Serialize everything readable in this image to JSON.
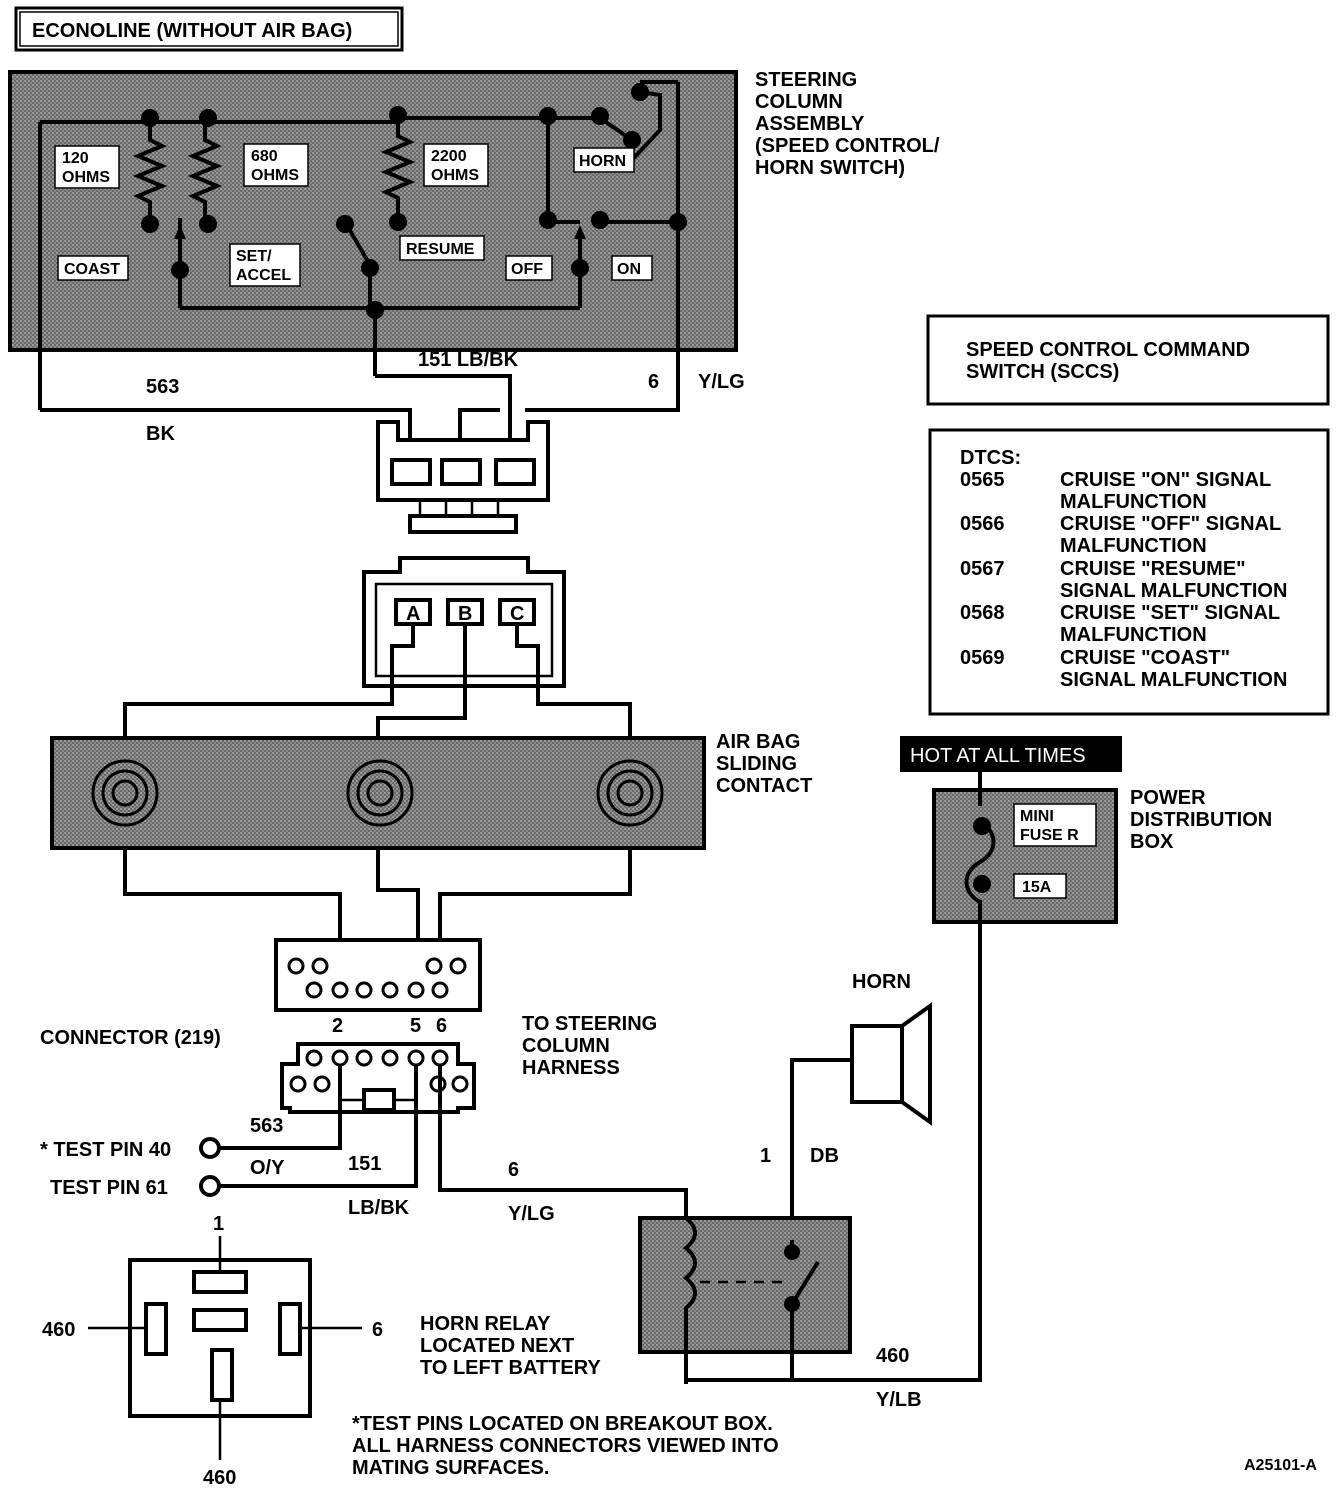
{
  "title": "ECONOLINE (WITHOUT AIR BAG)",
  "steering_column": {
    "label_lines": [
      "STEERING",
      "COLUMN",
      "ASSEMBLY",
      "(SPEED CONTROL/",
      "HORN SWITCH)"
    ],
    "resistors": [
      {
        "line1": "120",
        "line2": "OHMS"
      },
      {
        "line1": "680",
        "line2": "OHMS"
      },
      {
        "line1": "2200",
        "line2": "OHMS"
      }
    ],
    "switches": {
      "coast": "COAST",
      "set_line1": "SET/",
      "set_line2": "ACCEL",
      "resume": "RESUME",
      "off": "OFF",
      "on": "ON",
      "horn": "HORN"
    }
  },
  "wires": {
    "w563": "563",
    "bk": "BK",
    "w151_lbbk": "151  LB/BK",
    "w6": "6",
    "ylg": "Y/LG",
    "w563b": "563",
    "oy": "O/Y",
    "w151b": "151",
    "lbbk": "LB/BK",
    "w6b": "6",
    "ylgb": "Y/LG",
    "w1": "1",
    "db": "DB",
    "w460": "460",
    "ylb": "Y/LB"
  },
  "sccs_lines": [
    "SPEED CONTROL COMMAND",
    "SWITCH (SCCS)"
  ],
  "dtcs": {
    "heading": "DTCS:",
    "items": [
      {
        "code": "0565",
        "line1": "CRUISE \"ON\" SIGNAL",
        "line2": "MALFUNCTION"
      },
      {
        "code": "0566",
        "line1": "CRUISE \"OFF\" SIGNAL",
        "line2": "MALFUNCTION"
      },
      {
        "code": "0567",
        "line1": "CRUISE \"RESUME\"",
        "line2": "SIGNAL MALFUNCTION"
      },
      {
        "code": "0568",
        "line1": "CRUISE \"SET\" SIGNAL",
        "line2": "MALFUNCTION"
      },
      {
        "code": "0569",
        "line1": "CRUISE \"COAST\"",
        "line2": "SIGNAL MALFUNCTION"
      }
    ]
  },
  "connector_pins": [
    "A",
    "B",
    "C"
  ],
  "air_bag_lines": [
    "AIR BAG",
    "SLIDING",
    "CONTACT"
  ],
  "hot_label": "HOT AT ALL TIMES",
  "pdb": {
    "lines": [
      "POWER",
      "DISTRIBUTION",
      "BOX"
    ],
    "fuse_line1": "MINI",
    "fuse_line2": "FUSE  R",
    "rating": "15A"
  },
  "horn_label": "HORN",
  "connector219": {
    "label": "CONNECTOR (219)",
    "pin2": "2",
    "pin5": "5",
    "pin6": "6"
  },
  "to_harness_lines": [
    "TO STEERING",
    "COLUMN",
    "HARNESS"
  ],
  "test_pins": {
    "pin40": "* TEST PIN 40",
    "pin61": "TEST PIN 61"
  },
  "relay": {
    "top": "1",
    "left": "460",
    "right": "6",
    "bottom": "460",
    "note_lines": [
      "HORN RELAY",
      "LOCATED NEXT",
      "TO LEFT BATTERY"
    ]
  },
  "footnote_lines": [
    "*TEST PINS LOCATED ON BREAKOUT BOX.",
    "ALL HARNESS CONNECTORS VIEWED INTO",
    "MATING SURFACES."
  ],
  "figure_id": "A25101-A"
}
